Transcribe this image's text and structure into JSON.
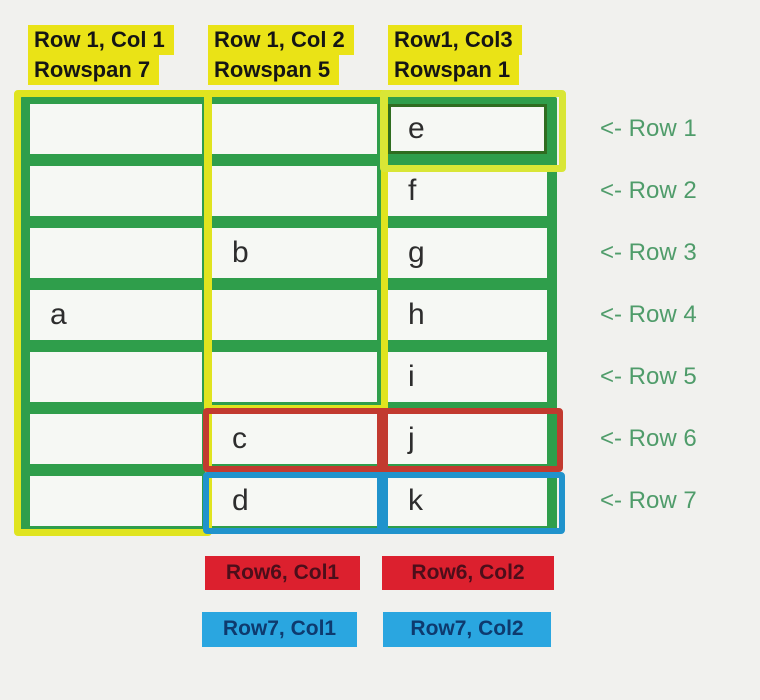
{
  "colors": {
    "page_bg": "#f1f1ee",
    "highlight_yellow": "#eae316",
    "outline_yellow": "#e0e41f",
    "table_green": "#2f9e4b",
    "cell_white": "#f6f8f4",
    "row_pointer_green": "#4f9c6a",
    "red_outline": "#c23a2f",
    "red_label_bg": "#dc202e",
    "red_label_text": "#4c0e1a",
    "blue_outline": "#2093cc",
    "blue_label_bg": "#2aa6e0",
    "blue_label_text": "#0e3a6e",
    "letter_color": "#2d2d2d",
    "e_cell_border_green": "#2f6d20"
  },
  "header_labels": [
    {
      "line1": "Row 1, Col 1",
      "line2": "Rowspan 7"
    },
    {
      "line1": "Row 1, Col 2",
      "line2": "Rowspan 5"
    },
    {
      "line1": "Row1, Col3",
      "line2": "Rowspan 1"
    }
  ],
  "table": {
    "rows": 7,
    "columns": 3,
    "grid": [
      [
        "",
        "",
        "e"
      ],
      [
        "",
        "",
        "f"
      ],
      [
        "",
        "b",
        "g"
      ],
      [
        "a",
        "",
        "h"
      ],
      [
        "",
        "",
        "i"
      ],
      [
        "",
        "c",
        "j"
      ],
      [
        "",
        "d",
        "k"
      ]
    ]
  },
  "row_pointers": [
    "<- Row 1",
    "<- Row 2",
    "<- Row 3",
    "<- Row 4",
    "<- Row 5",
    "<- Row 6",
    "<- Row 7"
  ],
  "footer_labels": {
    "row6_col1": "Row6, Col1",
    "row6_col2": "Row6, Col2",
    "row7_col1": "Row7, Col1",
    "row7_col2": "Row7, Col2"
  }
}
